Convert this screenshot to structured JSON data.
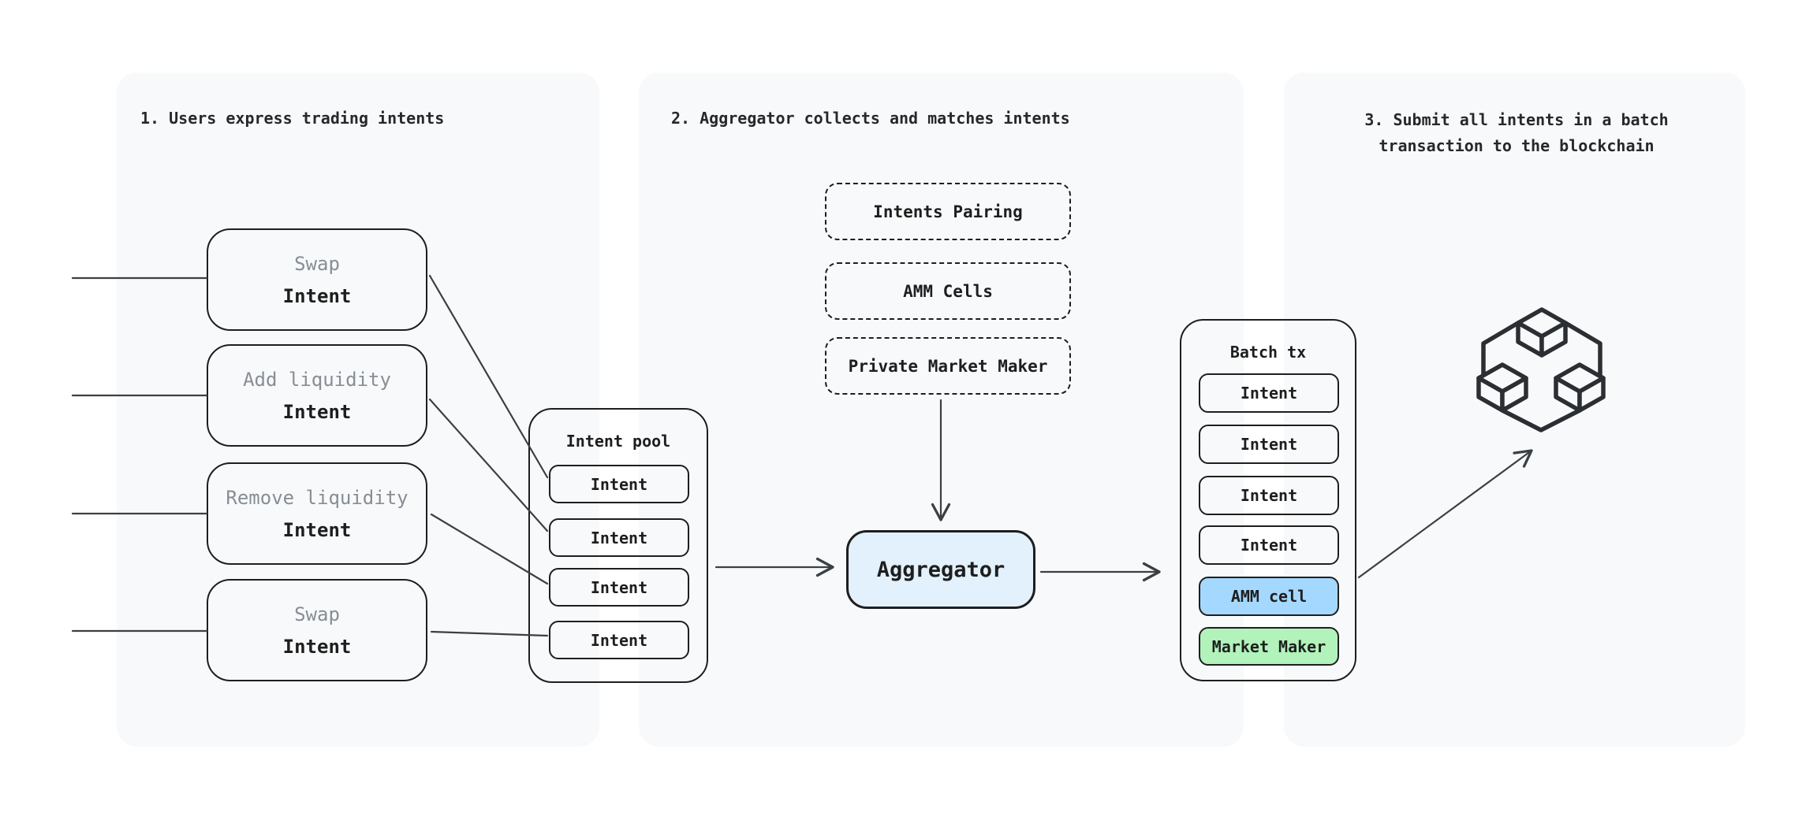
{
  "panels": {
    "step1": {
      "title": "1. Users express trading intents"
    },
    "step2": {
      "title": "2. Aggregator collects and matches intents"
    },
    "step3": {
      "title_line1": "3. Submit all intents in a batch",
      "title_line2": "transaction to the blockchain"
    }
  },
  "user_intents": [
    {
      "type": "Swap",
      "label": "Intent"
    },
    {
      "type": "Add liquidity",
      "label": "Intent"
    },
    {
      "type": "Remove liquidity",
      "label": "Intent"
    },
    {
      "type": "Swap",
      "label": "Intent"
    }
  ],
  "intent_pool": {
    "title": "Intent pool",
    "items": [
      "Intent",
      "Intent",
      "Intent",
      "Intent"
    ]
  },
  "matching_strategies": [
    "Intents Pairing",
    "AMM Cells",
    "Private Market Maker"
  ],
  "aggregator": {
    "label": "Aggregator"
  },
  "batch_tx": {
    "title": "Batch tx",
    "items": [
      {
        "label": "Intent",
        "variant": "plain"
      },
      {
        "label": "Intent",
        "variant": "plain"
      },
      {
        "label": "Intent",
        "variant": "plain"
      },
      {
        "label": "Intent",
        "variant": "plain"
      },
      {
        "label": "AMM cell",
        "variant": "blue"
      },
      {
        "label": "Market Maker",
        "variant": "green"
      }
    ]
  },
  "icons": {
    "blockchain": "blockchain-cubes-icon"
  },
  "colors": {
    "page_bg": "#ffffff",
    "panel_bg": "#f8f9fa",
    "ink": "#1e1e1e",
    "connector_line": "#3b4045",
    "muted_text": "#878e95",
    "aggregator_fill": "#e2f1fb",
    "amm_cell_fill": "#a5d8ff",
    "market_maker_fill": "#b2f2bb"
  }
}
